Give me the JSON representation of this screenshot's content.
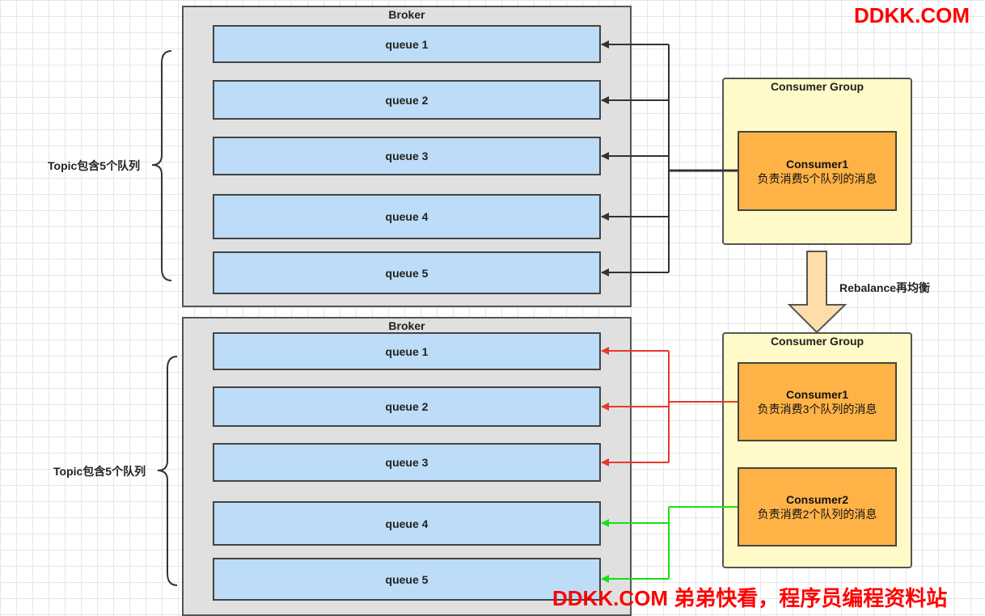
{
  "brand": {
    "top": "DDKK.COM",
    "bottom": "DDKK.COM 弟弟快看，程序员编程资料站"
  },
  "rebalance_label": "Rebalance再均衡",
  "colors": {
    "queue_fill": "#bcdcf7",
    "consumer_fill": "#ffb347",
    "group_fill": "#fffac8",
    "broker_fill": "#e0e0e0",
    "arrow_dark": "#333333",
    "arrow_red": "#e8382d",
    "arrow_green": "#16e016",
    "brand_red": "#ff0000"
  },
  "top": {
    "broker_title": "Broker",
    "topic_label": "Topic包含5个队列",
    "queues": [
      "queue 1",
      "queue 2",
      "queue 3",
      "queue 4",
      "queue 5"
    ],
    "group_title": "Consumer Group",
    "consumers": [
      {
        "name": "Consumer1",
        "desc": "负责消费5个队列的消息"
      }
    ]
  },
  "bottom": {
    "broker_title": "Broker",
    "topic_label": "Topic包含5个队列",
    "queues": [
      "queue 1",
      "queue 2",
      "queue 3",
      "queue 4",
      "queue 5"
    ],
    "group_title": "Consumer Group",
    "consumers": [
      {
        "name": "Consumer1",
        "desc": "负责消费3个队列的消息"
      },
      {
        "name": "Consumer2",
        "desc": "负责消费2个队列的消息"
      }
    ]
  }
}
